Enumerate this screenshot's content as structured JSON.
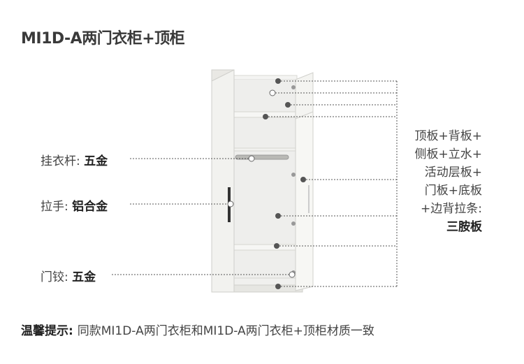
{
  "title": "MI1D-A两门衣柜+顶柜",
  "callouts": {
    "hanger_rod": {
      "label": "挂衣杆: ",
      "value": "五金"
    },
    "handle": {
      "label": "拉手: ",
      "value": "铝合金"
    },
    "hinge": {
      "label": "门铰: ",
      "value": "五金"
    }
  },
  "materials": {
    "lines": [
      "顶板+背板+",
      "侧板+立水+",
      "活动层板+",
      "门板+底板",
      "+边背拉条:"
    ],
    "value": "三胺板"
  },
  "notice": {
    "label": "温馨提示: ",
    "text": "同款MI1D-A两门衣柜和MI1D-A两门衣柜+顶柜材质一致"
  }
}
